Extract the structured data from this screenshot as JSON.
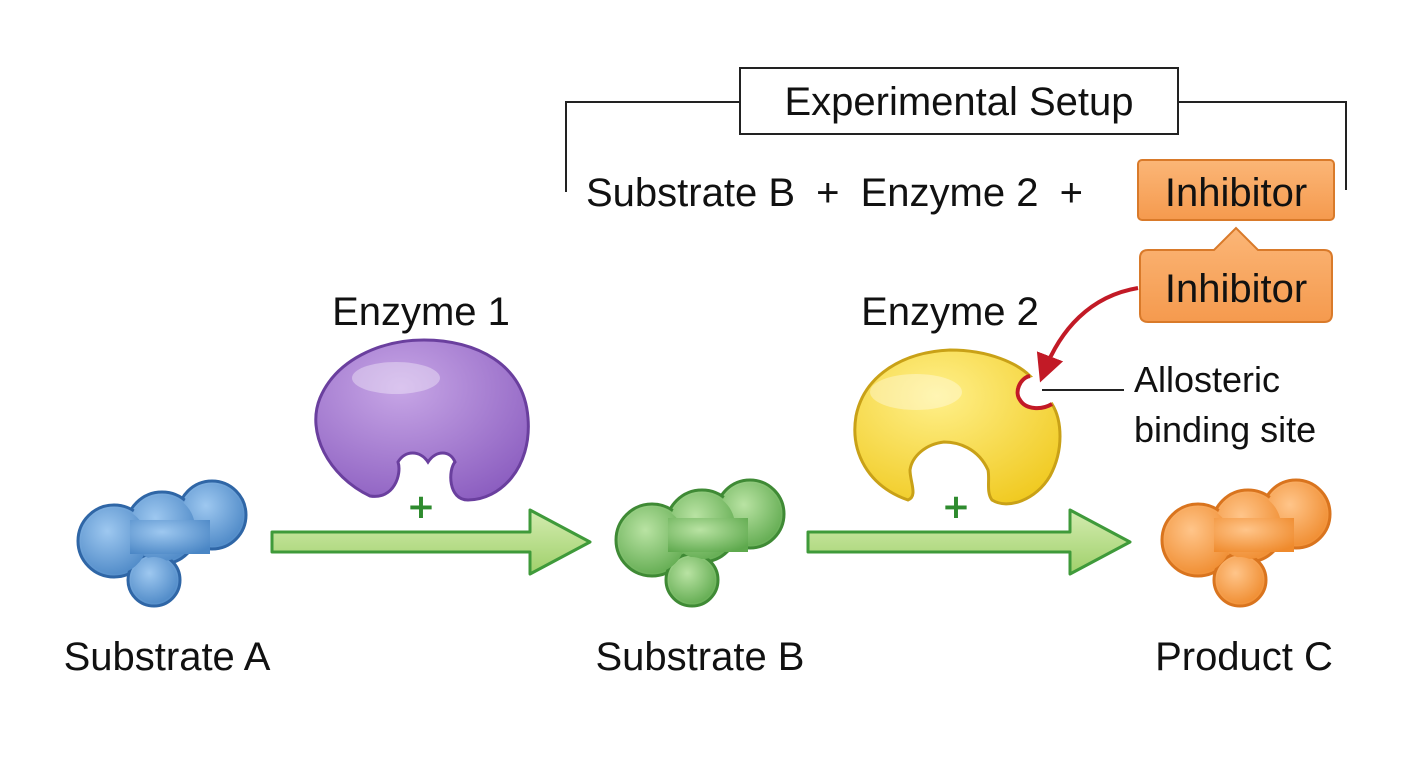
{
  "setup": {
    "title": "Experimental Setup",
    "formula": {
      "substrate": "Substrate B",
      "plus1": "+",
      "enzyme": "Enzyme 2",
      "plus2": "+",
      "inhibitor": "Inhibitor"
    }
  },
  "inhibitor_label": "Inhibitor",
  "enzymes": [
    {
      "label": "Enzyme 1",
      "color": "#9a72c9",
      "catalysis_mark": "+"
    },
    {
      "label": "Enzyme 2",
      "color": "#f5d83c",
      "catalysis_mark": "+"
    }
  ],
  "molecules": [
    {
      "label": "Substrate A",
      "color": "#5b9bd5"
    },
    {
      "label": "Substrate B",
      "color": "#7cc26a"
    },
    {
      "label": "Product C",
      "color": "#f59a3e"
    }
  ],
  "allosteric_site": {
    "line1": "Allosteric",
    "line2": "binding site"
  },
  "colors": {
    "arrow_fill": "#b5dc8a",
    "arrow_stroke": "#3f9a3a",
    "inhibitor_box": "#f8a75e",
    "inhibitor_arrow": "#c21a26"
  }
}
